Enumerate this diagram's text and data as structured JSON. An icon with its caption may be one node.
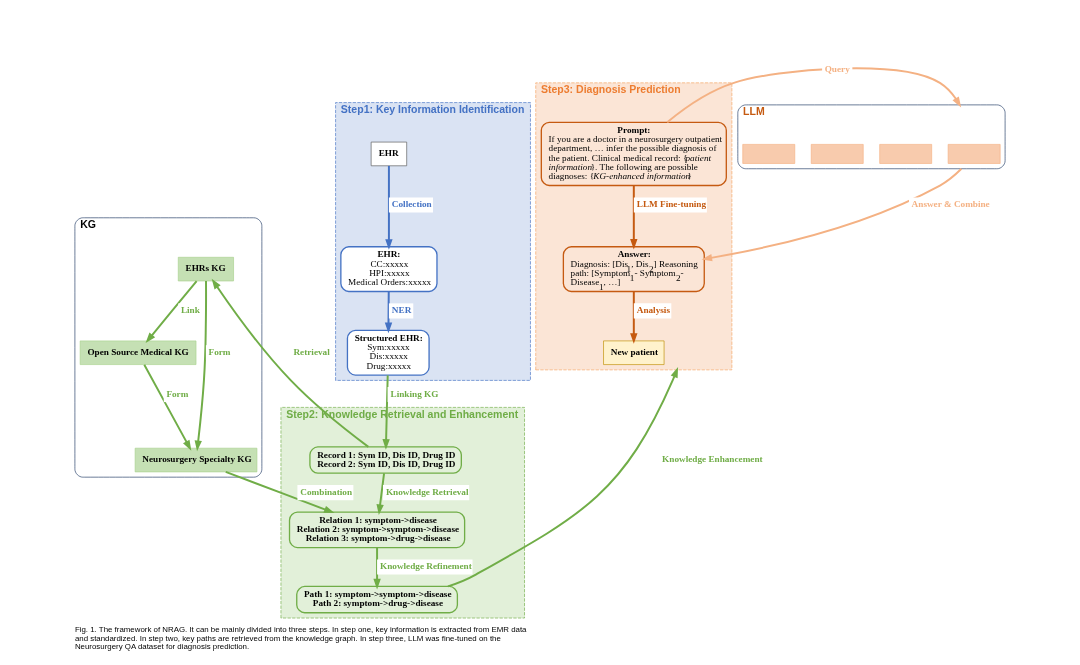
{
  "diagram": {
    "caption": "Fig. 1. The framework of NRAG. It can be mainly divided into three steps. In step one, key information is extracted from EMR data and standardized. In step two, key paths are retrieved from the knowledge graph. In step three, LLM was fine-tuned on the Neurosurgery QA dataset for diagnosis prediction.",
    "nodes": [
      {
        "text": [
          "Step3: Diagnosis Prediction"
        ]
      },
      {
        "text": [
          "Step1: Key Information Identification"
        ]
      },
      {
        "text": [
          "Step2: Knowledge Retrieval and Enhancement"
        ]
      },
      {
        "text": [
          "LLM"
        ]
      },
      {
        "text": [
          "KG"
        ]
      },
      {
        "text": [
          "Answer:",
          "Diagnosis: [Dis$_{1}$, Dis$_{2}$] Reasoning path: [Symptom$_{1}$- Symptom$_{2}$- Disease$_{1}$, …]"
        ],
        "in": 0
      },
      {
        "text": [
          "New patient"
        ],
        "in": 0
      },
      {
        "text": [
          "Prompt:",
          "If you are a doctor in a neurosurgery outpatient department, … infer the possible diagnosis of the patient. Clinical medical record: {*patient information*}. The following are possible diagnoses: {*KG-enhanced information*}"
        ],
        "in": 0
      },
      {
        "text": [
          "EHR"
        ],
        "in": 1
      },
      {
        "text": [
          "EHR:",
          "CC:xxxxx",
          "HPI:xxxxx",
          "Medical Orders:xxxxx"
        ],
        "in": 1
      },
      {
        "text": [
          "Structured EHR:",
          "Sym:xxxxx",
          "Dis:xxxxx",
          "Drug:xxxxx"
        ],
        "in": 1
      },
      {
        "text": [],
        "shape": "box",
        "in": 3
      },
      {
        "text": [],
        "shape": "box",
        "in": 3
      },
      {
        "text": [],
        "shape": "box",
        "in": 3
      },
      {
        "text": [],
        "shape": "box",
        "in": 3
      },
      {
        "text": [
          "Open Source Medical KG"
        ],
        "in": 4
      },
      {
        "text": [
          "EHRs KG"
        ],
        "in": 4
      },
      {
        "text": [
          "Neurosurgery Specialty KG"
        ],
        "in": 4
      },
      {
        "text": [
          "Record 1: Sym ID, Dis ID, Drug ID",
          "Record 2: Sym ID, Dis ID, Drug ID"
        ],
        "in": 2
      },
      {
        "text": [
          "Relation 1: symptom->disease",
          "Relation 2: symptom->symptom->disease",
          "Relation 3: symptom->drug->disease"
        ],
        "in": 2
      },
      {
        "text": [
          "Path 1: symptom->symptom->disease",
          "Path 2: symptom->drug->disease"
        ],
        "in": 2
      }
    ],
    "edges": [
      {
        "from": 8,
        "to": 9,
        "arrow": "to",
        "label": "Collection",
        "color": "#4472c4"
      },
      {
        "from": 9,
        "to": 10,
        "arrow": "to",
        "label": "NER",
        "color": "#4472c4"
      },
      {
        "from": 10,
        "to": 18,
        "arrow": "to",
        "label": "Linking KG"
      },
      {
        "from": 18,
        "to": 16,
        "arrow": "to",
        "label": "Retrieval"
      },
      {
        "from": 16,
        "to": 15,
        "arrow": "to",
        "label": "Link"
      },
      {
        "from": 15,
        "to": 17,
        "arrow": "to",
        "label": "Form"
      },
      {
        "from": 16,
        "to": 17,
        "arrow": "to",
        "label": "Form"
      },
      {
        "from": 17,
        "to": 19,
        "arrow": "to",
        "label": "Combination"
      },
      {
        "from": 18,
        "to": 19,
        "arrow": "to",
        "label": "Knowledge Retrieval"
      },
      {
        "from": 19,
        "to": 20,
        "arrow": "to",
        "label": "Knowledge Refinement"
      },
      {
        "from": 20,
        "to": 0,
        "arrow": "to",
        "label": "Knowledge Enhancement"
      },
      {
        "from": 7,
        "to": 3,
        "arrow": "to",
        "label": "Query",
        "color": "#f4b183"
      },
      {
        "from": 3,
        "to": 5,
        "arrow": "to",
        "label": "Answer & Combine",
        "color": "#f4b183"
      },
      {
        "from": 7,
        "to": 5,
        "arrow": "to",
        "label": "LLM Fine-tuning",
        "color": "#c55a11"
      },
      {
        "from": 5,
        "to": 6,
        "arrow": "to",
        "label": "Analysis",
        "color": "#c55a11"
      }
    ]
  }
}
